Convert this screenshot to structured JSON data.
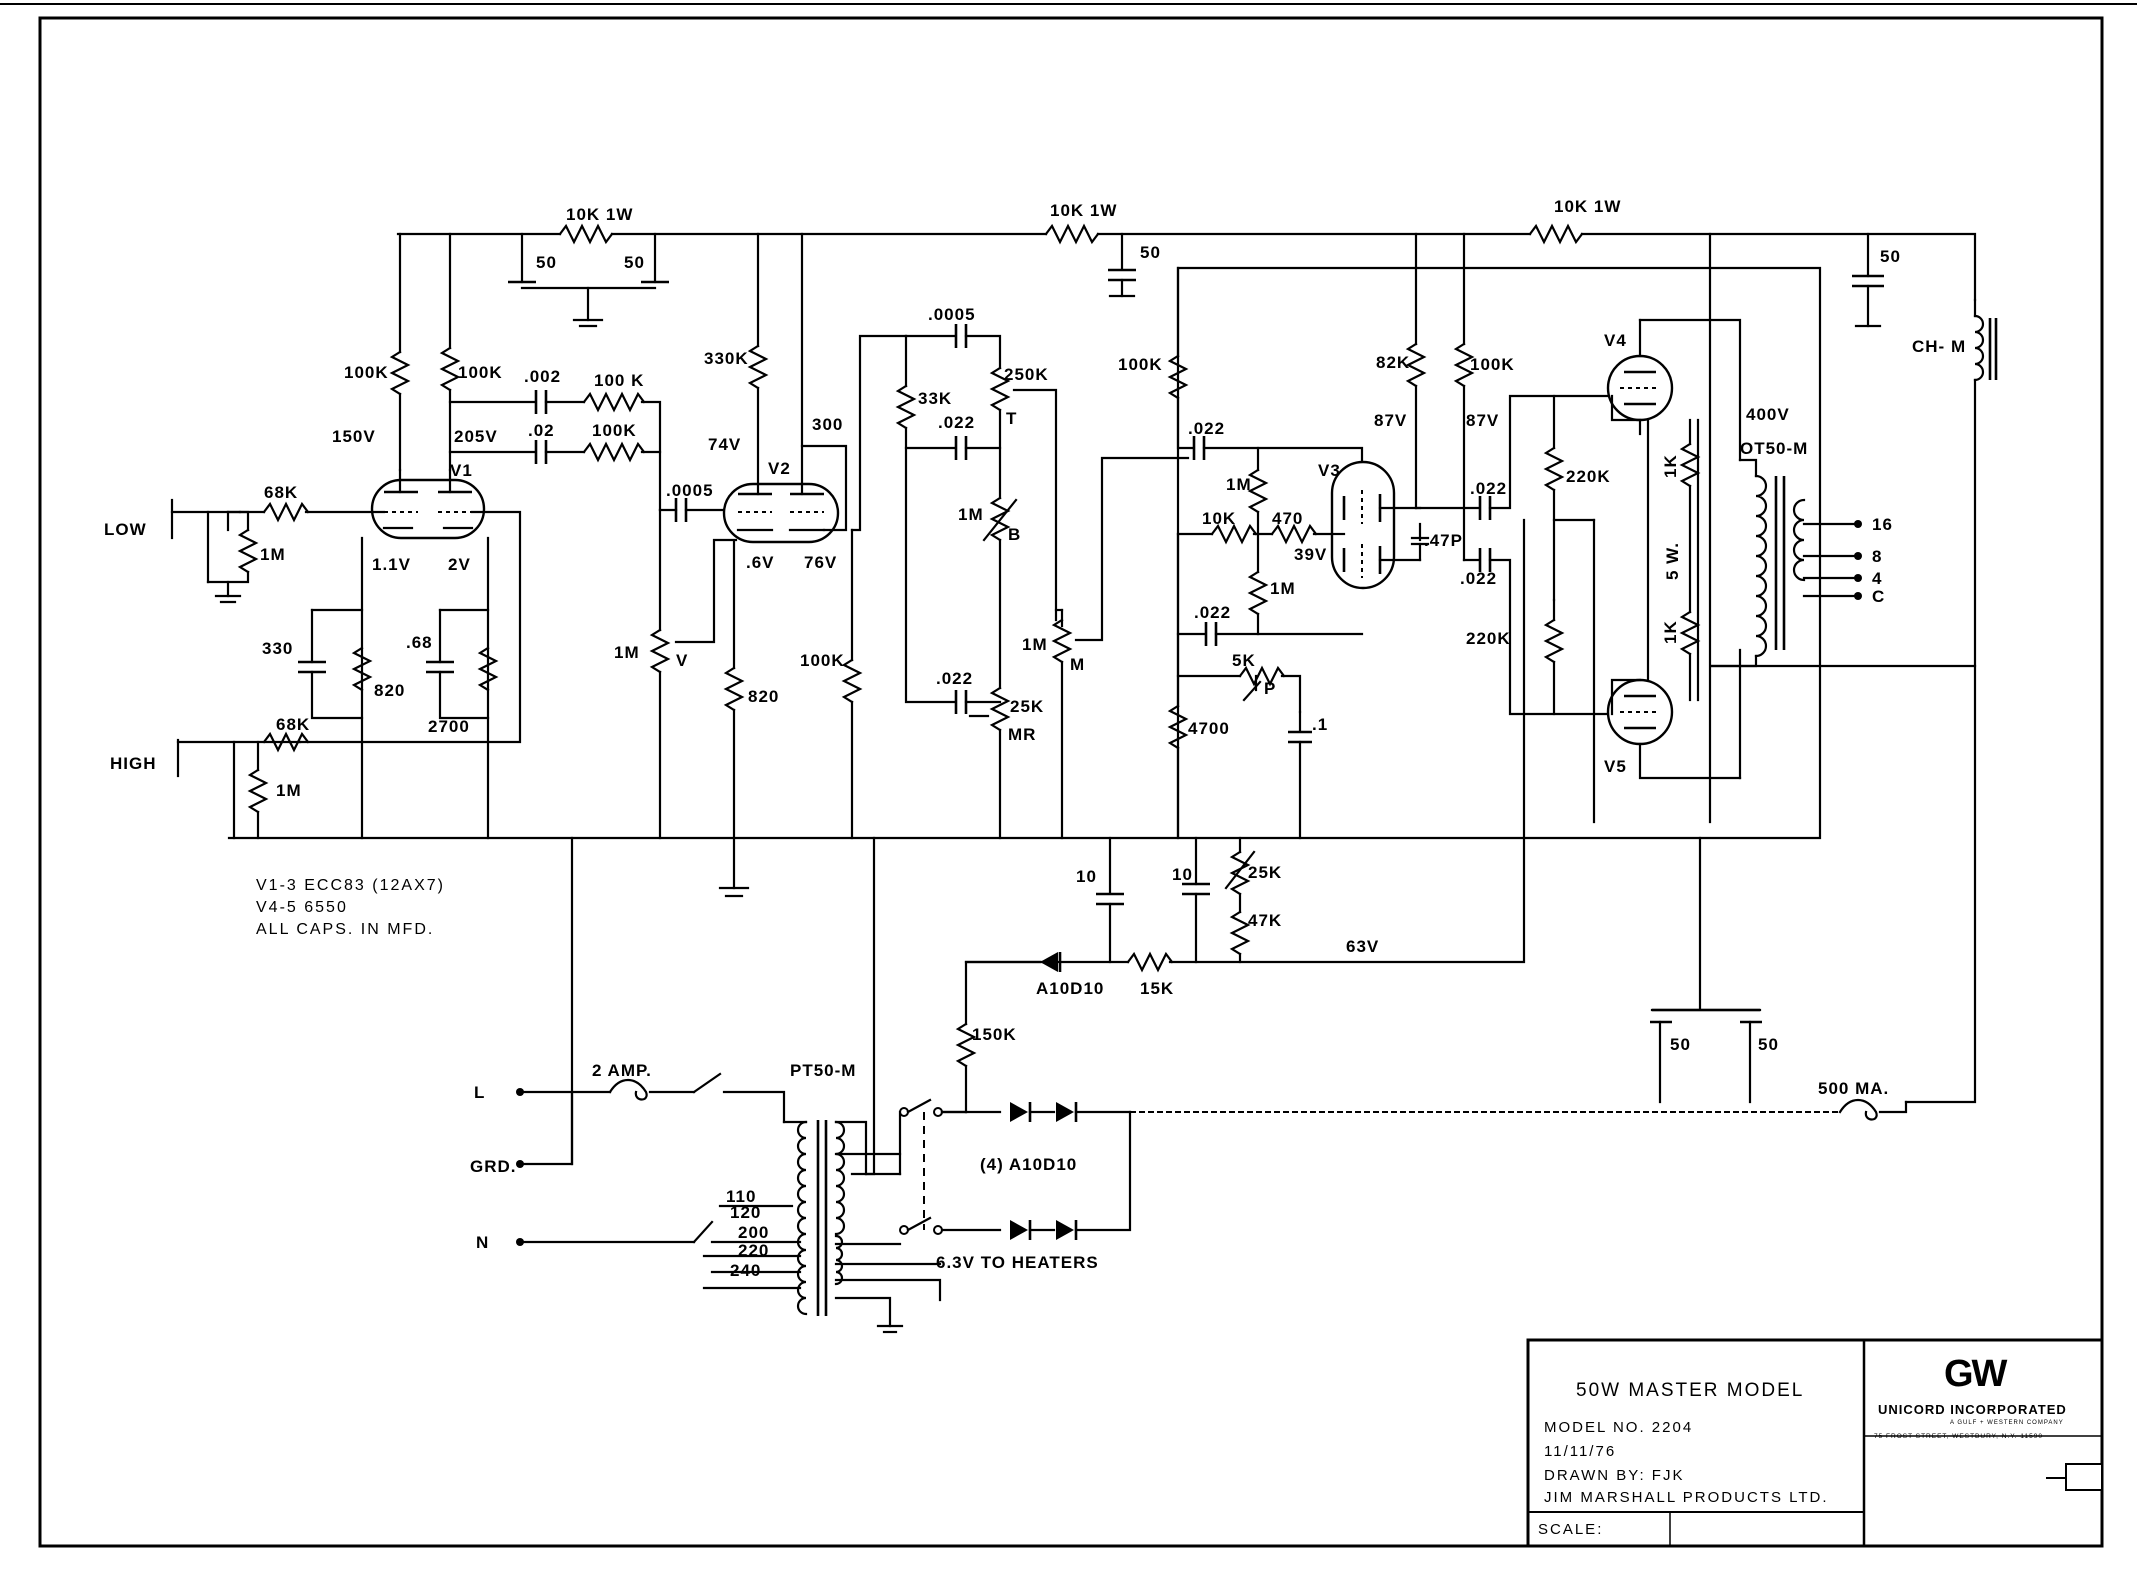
{
  "labels": {
    "low": "LOW",
    "high": "HIGH",
    "r10k1w_a": "10K 1W",
    "r10k1w_b": "10K 1W",
    "r10k1w_c": "10K 1W",
    "c50_a": "50",
    "c50_b": "50",
    "c50_c": "50",
    "c50_d": "50",
    "c50_e": "50",
    "c50_f": "50",
    "r100k_a": "100K",
    "r100k_b": "100K",
    "c002": ".002",
    "r100k_c": "100 K",
    "v150": "150V",
    "v205": "205V",
    "c02": ".02",
    "r100k_d": "100K",
    "v1": "V1",
    "r68k_a": "68K",
    "r1m_a": "1M",
    "v11": "1.1V",
    "v2v": "2V",
    "c330": "330",
    "r820_a": "820",
    "c68": ".68",
    "r2700": "2700",
    "r68k_b": "68K",
    "r1m_b": "1M",
    "r330k": "330K",
    "v74": "74V",
    "v300": "300",
    "v2": "V2",
    "c0005_a": ".0005",
    "v6": ".6V",
    "v76": "76V",
    "r1m_v": "1M",
    "pot_v": "V",
    "r820_b": "820",
    "r100k_e": "100K",
    "c0005_b": ".0005",
    "r33k": "33K",
    "c022_a": ".022",
    "r250k": "250K",
    "pot_t": "T",
    "r1m_b2": "1M",
    "pot_b": "B",
    "c022_b": ".022",
    "r25k_a": "25K",
    "pot_mr": "MR",
    "r1m_m": "1M",
    "pot_m": "M",
    "r100k_f": "100K",
    "c022_c": ".022",
    "r1m_c": "1M",
    "r10k": "10K",
    "r470": "470",
    "v39": "39V",
    "r1m_d": "1M",
    "c022_d": ".022",
    "r5k": "5K",
    "pot_p": "P",
    "r4700": "4700",
    "c1": ".1",
    "v3": "V3",
    "r82k": "82K",
    "r100k_g": "100K",
    "v87_a": "87V",
    "v87_b": "87V",
    "c022_e": ".022",
    "c47p": ".47P",
    "c022_f": ".022",
    "r220k_a": "220K",
    "r220k_b": "220K",
    "v4": "V4",
    "v5": "V5",
    "r1k_a": "1K",
    "r1k_b": "1K",
    "r5w": "5 W.",
    "v400": "400V",
    "ot": "OT50-M",
    "tap16": "16",
    "tap8": "8",
    "tap4": "4",
    "tapc": "C",
    "chm": "CH- M",
    "c10_a": "10",
    "c10_b": "10",
    "r25k_b": "25K",
    "r47k": "47K",
    "v63": "63V",
    "diode_a": "A10D10",
    "r15k": "15K",
    "r150k": "150K",
    "line_l": "L",
    "fuse": "2 AMP.",
    "pt": "PT50-M",
    "grd": "GRD.",
    "line_n": "N",
    "t110": "110",
    "t120": "120",
    "t200": "200",
    "t220": "220",
    "t240": "240",
    "diode_b": "(4) A10D10",
    "heaters": "6.3V TO HEATERS",
    "fuse_ht": "500 MA."
  },
  "notes": {
    "line1": "V1-3 ECC83 (12AX7)",
    "line2": "V4-5 6550",
    "line3": "ALL CAPS. IN MFD."
  },
  "title_block": {
    "title": "50W MASTER MODEL",
    "model_no": "MODEL NO. 2204",
    "date": "11/11/76",
    "drawn_by": "DRAWN BY: FJK",
    "company": "JIM MARSHALL PRODUCTS LTD.",
    "scale": "SCALE:",
    "logo": "GW",
    "logo_name": "UNICORD INCORPORATED",
    "logo_sub": "A GULF + WESTERN COMPANY",
    "logo_address": "75 FROST STREET, WESTBURY, N.Y. 11590"
  }
}
